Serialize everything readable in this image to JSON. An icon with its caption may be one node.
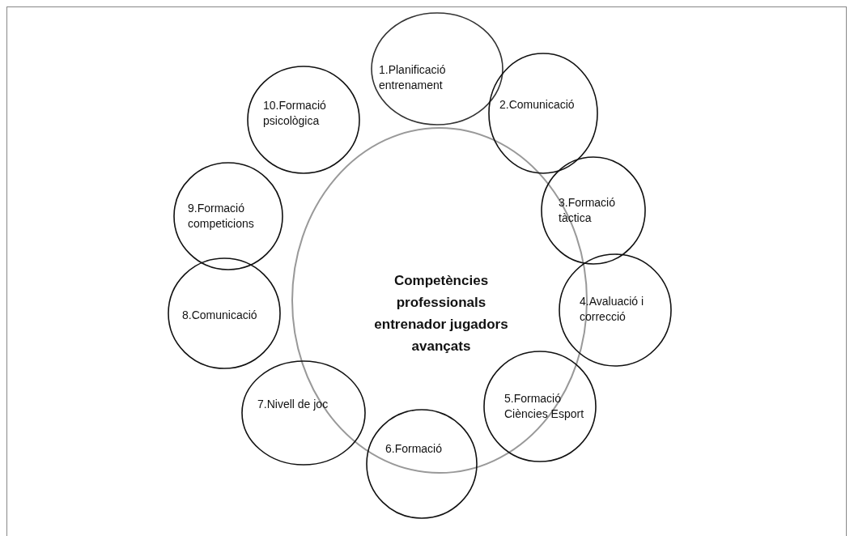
{
  "diagram": {
    "nodes": [
      {
        "text": [
          "Competències professionals entrenador jugadors avançats"
        ]
      },
      {
        "text": [
          "1.Planificació entrenament"
        ]
      },
      {
        "text": [
          "2.Comunicació"
        ]
      },
      {
        "text": [
          "3.Formació tàctica"
        ]
      },
      {
        "text": [
          "4.Avaluació i correcció"
        ]
      },
      {
        "text": [
          "5.Formació Ciències Esport"
        ]
      },
      {
        "text": [
          "6.Formació"
        ]
      },
      {
        "text": [
          "7.Nivell de joc"
        ]
      },
      {
        "text": [
          "8.Comunicació"
        ]
      },
      {
        "text": [
          "9.Formació competicions"
        ]
      },
      {
        "text": [
          "10.Formació psicològica"
        ]
      }
    ]
  }
}
